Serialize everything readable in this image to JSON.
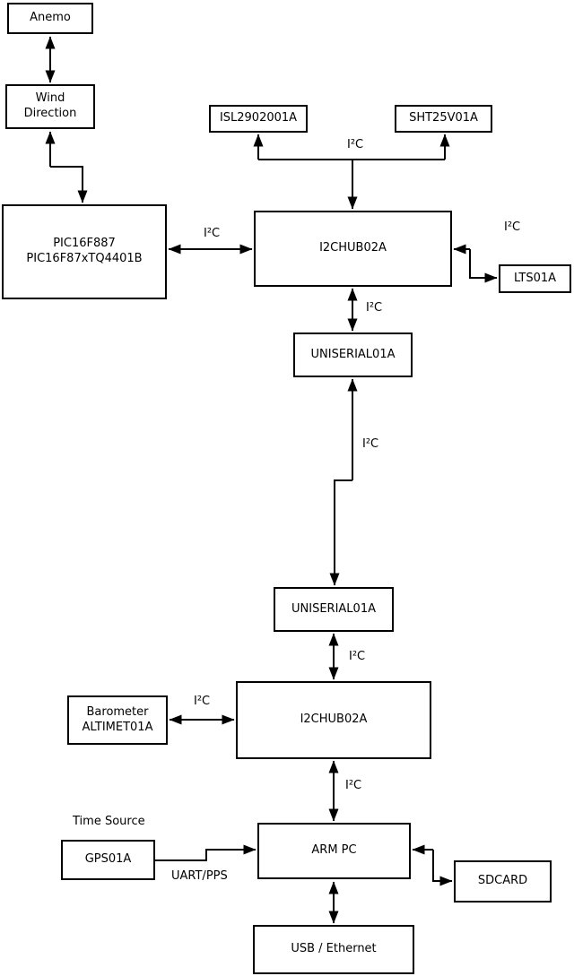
{
  "colors": {
    "background": "#ffffff",
    "line": "#000000",
    "box_fill": "#ffffff",
    "text": "#000000"
  },
  "nodes": {
    "anemo": {
      "label": "Anemo"
    },
    "wind": {
      "label": "Wind\nDirection"
    },
    "pic": {
      "label": "PIC16F887\nPIC16F87xTQ4401B"
    },
    "isl": {
      "label": "ISL2902001A"
    },
    "sht": {
      "label": "SHT25V01A"
    },
    "hub1": {
      "label": "I2CHUB02A"
    },
    "lts": {
      "label": "LTS01A"
    },
    "uniserial1": {
      "label": "UNISERIAL01A"
    },
    "uniserial2": {
      "label": "UNISERIAL01A"
    },
    "hub2": {
      "label": "I2CHUB02A"
    },
    "barometer": {
      "label": "Barometer\nALTIMET01A"
    },
    "armpc": {
      "label": "ARM PC"
    },
    "gps": {
      "label": "GPS01A"
    },
    "sdcard": {
      "label": "SDCARD"
    },
    "usb": {
      "label": "USB / Ethernet"
    }
  },
  "edge_labels": {
    "isl_sht_bus": "I²C",
    "pic_hub1": "I²C",
    "hub1_lts": "I²C",
    "hub1_uniserial1": "I²C",
    "uniserial1_uniserial2": "I²C",
    "uniserial2_hub2": "I²C",
    "barometer_hub2": "I²C",
    "hub2_armpc": "I²C",
    "gps_armpc": "UART/PPS",
    "gps_caption": "Time Source"
  }
}
